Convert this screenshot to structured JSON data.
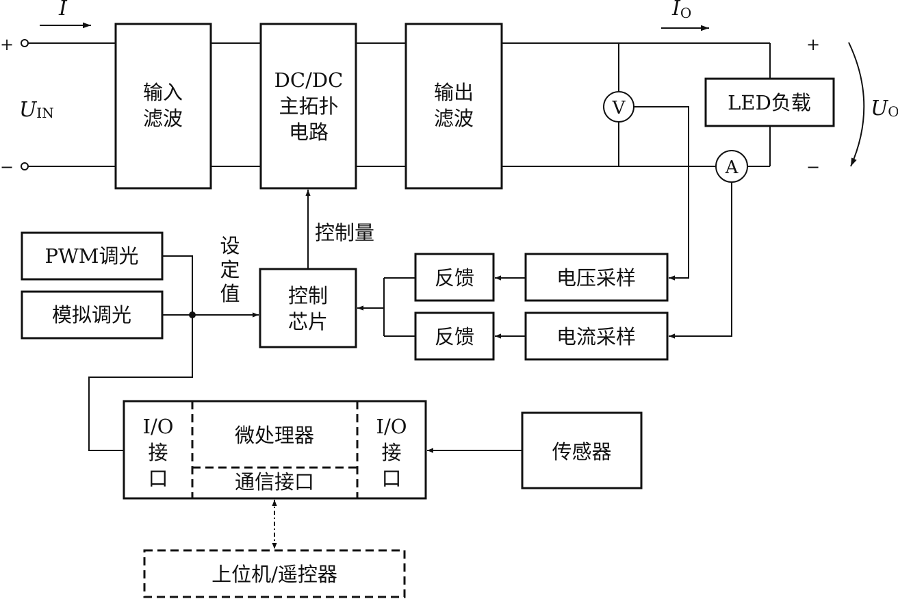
{
  "labels": {
    "plus_in": "+",
    "minus_in": "−",
    "current_in": "I",
    "u_in": "U",
    "u_in_sub": "IN",
    "input_filter_1": "输入",
    "input_filter_2": "滤波",
    "dcdc_1": "DC/DC",
    "dcdc_2": "主拓扑",
    "dcdc_3": "电路",
    "output_filter_1": "输出",
    "output_filter_2": "滤波",
    "current_out": "I",
    "current_out_sub": "O",
    "voltmeter": "V",
    "ammeter": "A",
    "led_load": "LED负载",
    "plus_out": "+",
    "minus_out": "−",
    "u_out": "U",
    "u_out_sub": "O",
    "control_qty": "控制量",
    "pwm_dimming": "PWM调光",
    "analog_dimming": "模拟调光",
    "setpoint_1": "设",
    "setpoint_2": "定",
    "setpoint_3": "值",
    "control_chip_1": "控制",
    "control_chip_2": "芯片",
    "feedback_1": "反馈",
    "feedback_2": "反馈",
    "voltage_sampling": "电压采样",
    "current_sampling": "电流采样",
    "io_left_1": "I/O",
    "io_left_2": "接",
    "io_left_3": "口",
    "microprocessor": "微处理器",
    "comm_interface": "通信接口",
    "io_right_1": "I/O",
    "io_right_2": "接",
    "io_right_3": "口",
    "sensor": "传感器",
    "host_remote": "上位机/遥控器"
  }
}
